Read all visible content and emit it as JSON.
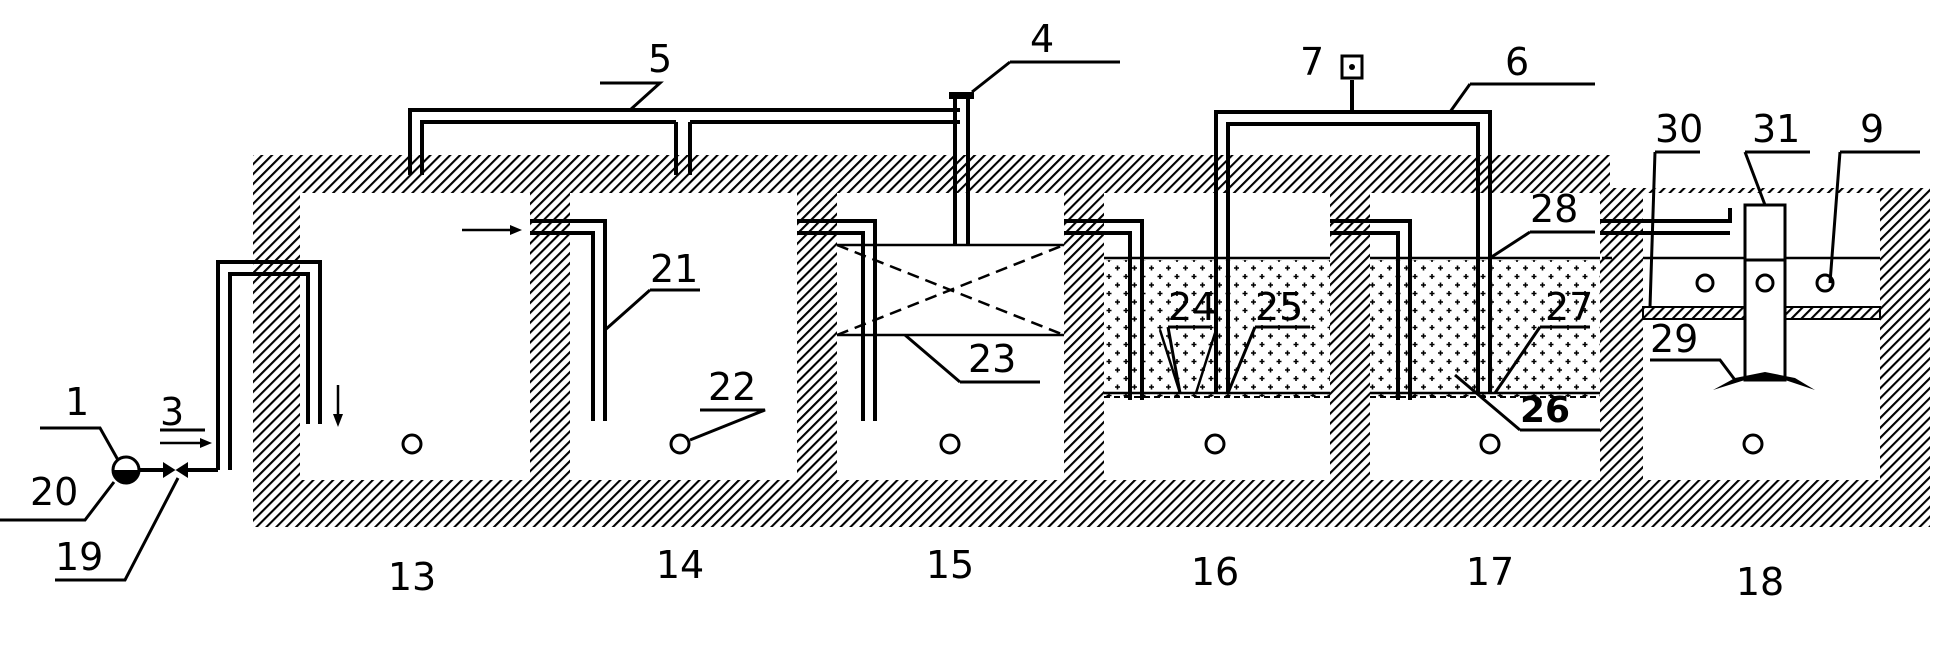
{
  "diagram": {
    "tank_labels": [
      "13",
      "14",
      "15",
      "16",
      "17",
      "18"
    ],
    "part_labels": {
      "p1": "1",
      "p3": "3",
      "p4": "4",
      "p5": "5",
      "p6": "6",
      "p7": "7",
      "p9": "9",
      "p19": "19",
      "p20": "20",
      "p21": "21",
      "p22": "22",
      "p23": "23",
      "p24": "24",
      "p25": "25",
      "p26": "26",
      "p27": "27",
      "p28": "28",
      "p29": "29",
      "p30": "30",
      "p31": "31"
    },
    "colors": {
      "line": "#000000",
      "background": "#ffffff"
    }
  }
}
